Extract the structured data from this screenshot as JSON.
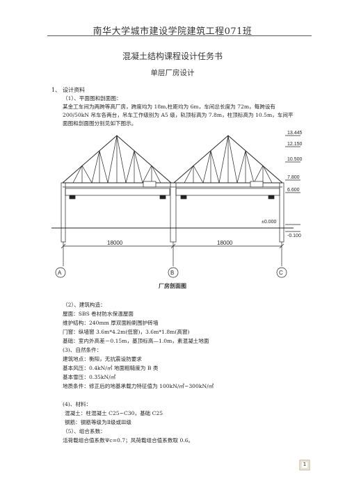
{
  "header": {
    "title": "南华大学城市建设学院建筑工程071班"
  },
  "doc": {
    "title": "混凝土结构课程设计任务书",
    "subtitle": "单层厂房设计"
  },
  "section1": {
    "num": "1、",
    "title": "设计资料",
    "sub1_title": "（1）、平面图和剖面图：",
    "para": [
      "某金工车间为两跨等高厂房，跨度均为 18m,柱距均为 6m，车间总长度为 72m，每跨设有",
      "200/50kN 吊车各两台，吊车工作级别为 A5 级，轨顶标高为 7.8m，柱顶标高为 10.5m，车间平",
      "面图和剖面图分别见如下图示。"
    ]
  },
  "drawing": {
    "levels": [
      "13.445",
      "12.150",
      "10.500",
      "7.800",
      "6.600",
      "±0.000",
      "-0.100"
    ],
    "spans": [
      "18000",
      "18000"
    ],
    "axes": [
      "A",
      "B",
      "C"
    ],
    "caption": "厂房剖面图"
  },
  "section2": {
    "title": "（2）、建筑构造：",
    "lines": [
      "屋面：SBS 卷材防水保温屋面",
      "维护结构：240mm 厚双面粉刷围护砖墙",
      "门窗：纵墙窗 3.6m*4.2m(低窗)，3.6m*1.8m(高窗)",
      "基础：室内外高差－0.15m，基顶标高—1.0m，素混凝土地面"
    ]
  },
  "section3": {
    "title": "(3)、自然条件：",
    "lines": [
      "建筑地点：衡阳，无抗震设防要求",
      "基本风压：0.4kN/㎡    地面粗糙度为 B 类",
      "基本雪压：0.35kN/㎡",
      "地质条件：修正后的地基承载力特征值为 100kN/㎡~300kN/㎡"
    ]
  },
  "section4": {
    "title": "(4)、材料：",
    "lines": [
      "混凝土：柱混凝土 C25~C30，基础 C25",
      "钢筋：钢筋等级为Ⅱ级或Ⅲ级"
    ]
  },
  "section5": {
    "title": "（5）、组合系数：",
    "lines": [
      "活荷载组合值系数Ψc=0.7；风荷载组合值系数取 0.6。"
    ]
  },
  "page": {
    "number": "1"
  }
}
